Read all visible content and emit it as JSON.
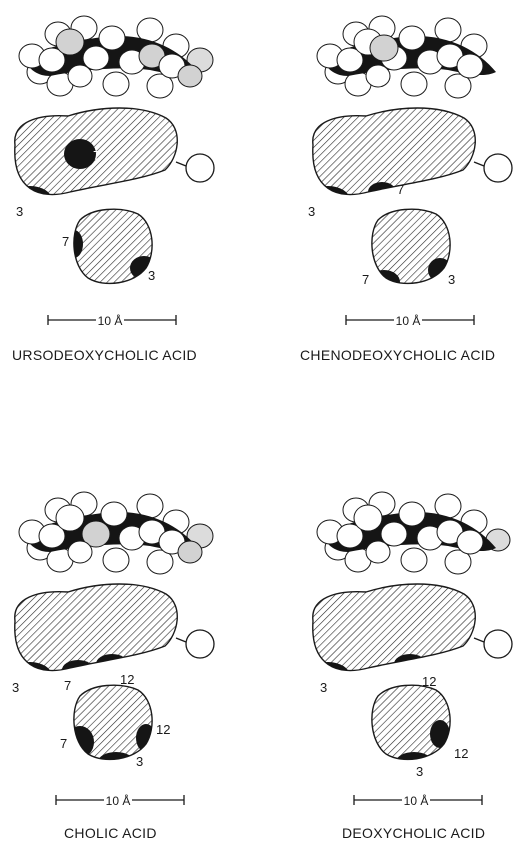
{
  "figure": {
    "panels": [
      {
        "name": "URSODEOXYCHOLIC ACID",
        "scale": "10 Å",
        "side_labels": [
          "3",
          "7"
        ],
        "end_labels": [
          "7",
          "3"
        ]
      },
      {
        "name": "CHENODEOXYCHOLIC ACID",
        "scale": "10 Å",
        "side_labels": [
          "3",
          "7"
        ],
        "end_labels": [
          "7",
          "3"
        ]
      },
      {
        "name": "CHOLIC ACID",
        "scale": "10 Å",
        "side_labels": [
          "3",
          "7",
          "12"
        ],
        "end_labels": [
          "7",
          "12",
          "3"
        ]
      },
      {
        "name": "DEOXYCHOLIC ACID",
        "scale": "10 Å",
        "side_labels": [
          "3",
          "12"
        ],
        "end_labels": [
          "12",
          "3"
        ]
      }
    ]
  },
  "colors": {
    "ink": "#1a1a1a",
    "shade": "#cfcfcf",
    "background": "#ffffff"
  }
}
